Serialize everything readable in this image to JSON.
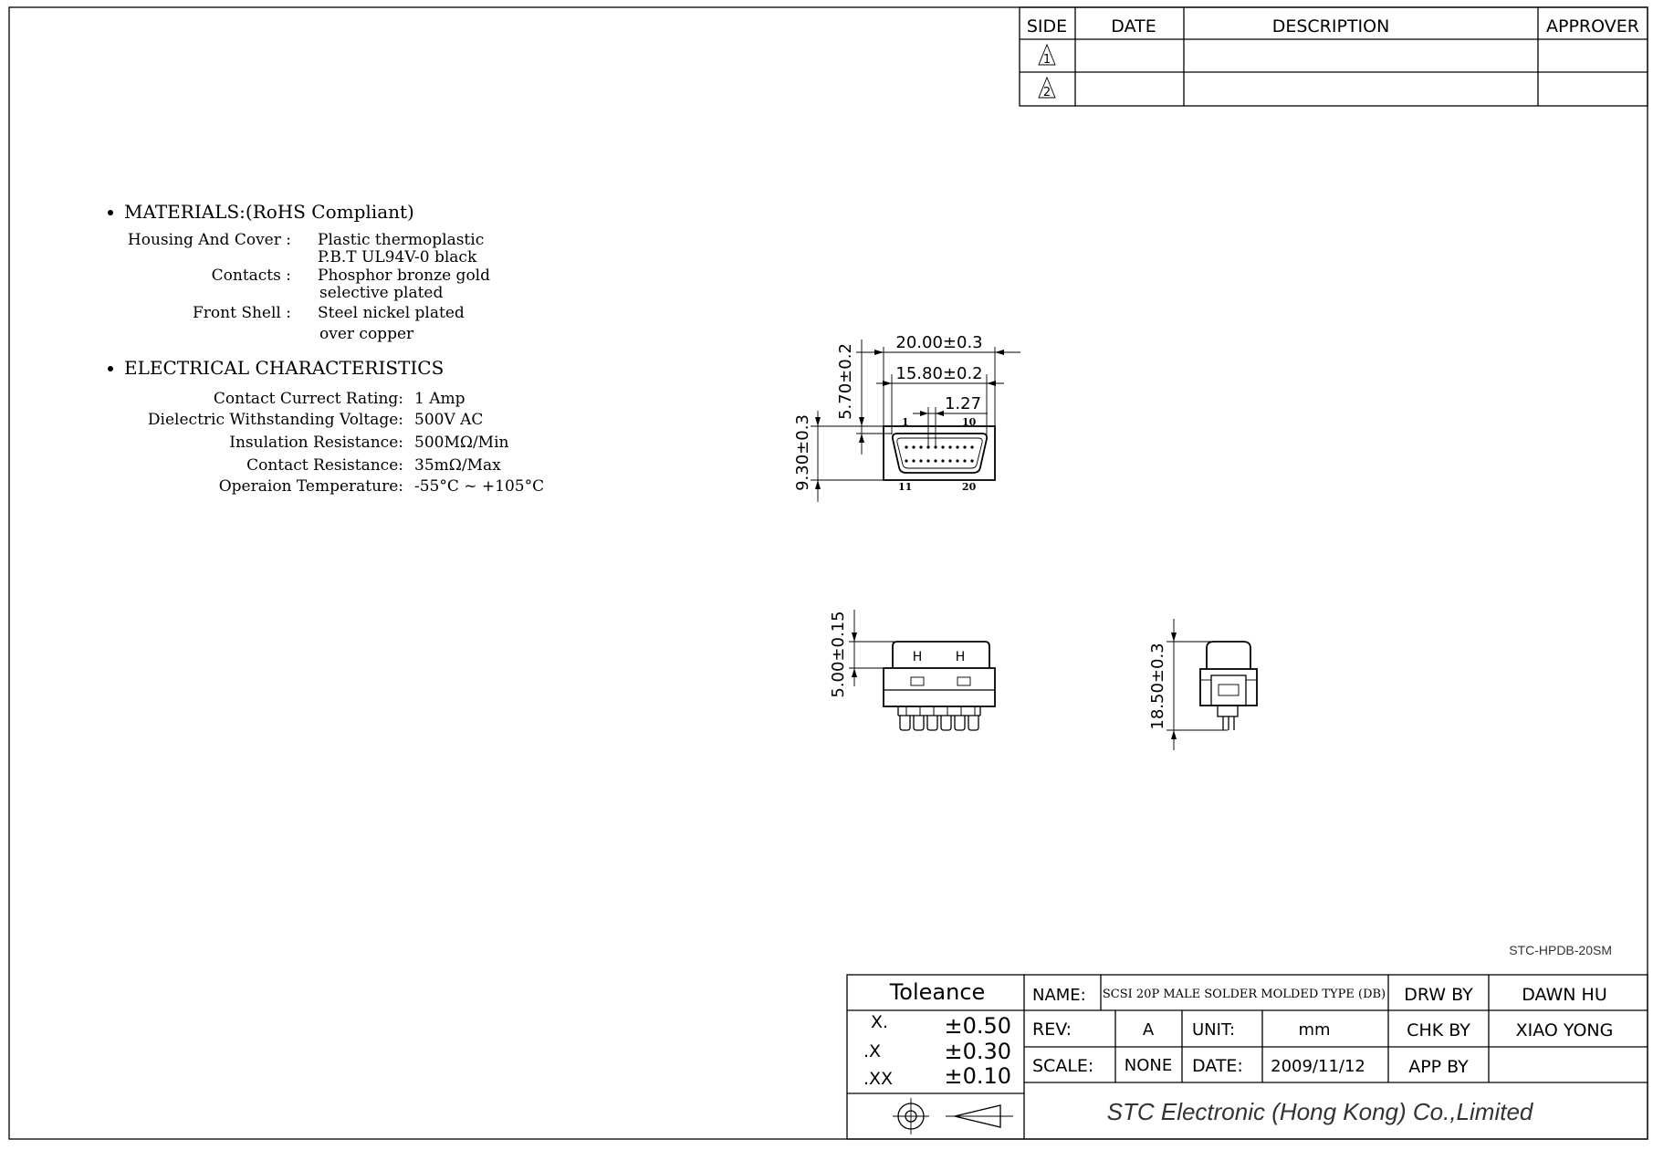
{
  "revision_table": {
    "headers": {
      "side": "SIDE",
      "date": "DATE",
      "description": "DESCRIPTION",
      "approver": "APPROVER"
    },
    "rows": [
      {
        "side": "1",
        "date": "",
        "description": "",
        "approver": ""
      },
      {
        "side": "2",
        "date": "",
        "description": "",
        "approver": ""
      }
    ]
  },
  "materials": {
    "heading": "MATERIALS:(RoHS  Compliant)",
    "items": [
      {
        "label": "Housing  And  Cover :",
        "line1": "Plastic  thermoplastic",
        "line2": "P.B.T  UL94V-0  black"
      },
      {
        "label": "Contacts :",
        "line1": "Phosphor  bronze  gold",
        "line2": "selective  plated"
      },
      {
        "label": "Front  Shell :",
        "line1": "Steel  nickel  plated",
        "line2": "over  copper"
      }
    ]
  },
  "electrical": {
    "heading": "ELECTRICAL  CHARACTERISTICS",
    "items": [
      {
        "label": "Contact  Currect  Rating:",
        "value": "1  Amp"
      },
      {
        "label": "Dielectric  Withstanding  Voltage:",
        "value": "500V  AC"
      },
      {
        "label": "Insulation  Resistance:",
        "value": "500MΩ/Min"
      },
      {
        "label": "Contact  Resistance:",
        "value": "35mΩ/Max"
      },
      {
        "label": "Operaion  Temperature:",
        "value": "-55°C  ~  +105°C"
      }
    ]
  },
  "dimensions": {
    "front_width": "20.00±0.3",
    "front_inner_width": "15.80±0.2",
    "pitch": "1.27",
    "front_height_top": "5.70±0.2",
    "front_height": "9.30±0.3",
    "pin_1": "1",
    "pin_10": "10",
    "pin_11": "11",
    "pin_20": "20",
    "side_height": "5.00±0.15",
    "side_marks": [
      "H",
      "H"
    ],
    "end_height": "18.50±0.3"
  },
  "title_block": {
    "part_number": "STC-HPDB-20SM",
    "tolerance_title": "Toleance",
    "tolerances": [
      {
        "format": "X.",
        "value": "±0.50"
      },
      {
        "format": ".X",
        "value": "±0.30"
      },
      {
        "format": ".XX",
        "value": "±0.10"
      }
    ],
    "name_label": "NAME:",
    "name_value": "SCSI 20P MALE SOLDER MOLDED TYPE (DB)",
    "rev_label": "REV:",
    "rev_value": "A",
    "unit_label": "UNIT:",
    "unit_value": "mm",
    "scale_label": "SCALE:",
    "scale_value": "NONE",
    "date_label": "DATE:",
    "date_value": "2009/11/12",
    "drw_label": "DRW  BY",
    "drw_value": "DAWN  HU",
    "chk_label": "CHK  BY",
    "chk_value": "XIAO  YONG",
    "app_label": "APP  BY",
    "app_value": "",
    "company": "STC Electronic (Hong Kong) Co.,Limited"
  }
}
